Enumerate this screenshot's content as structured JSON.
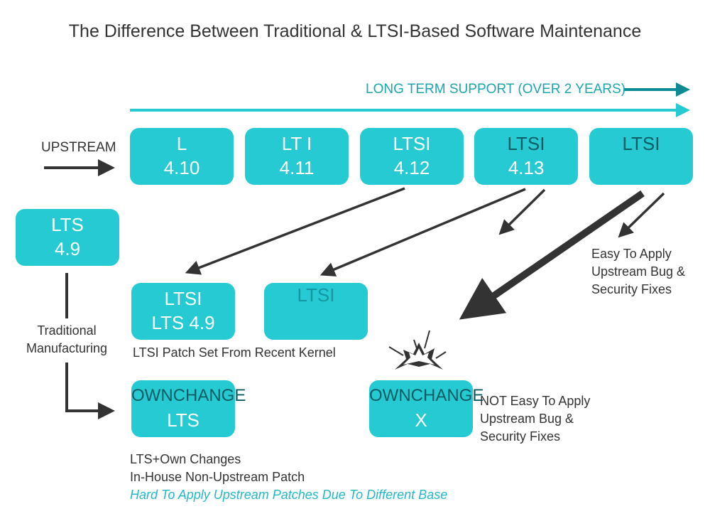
{
  "title": "The Difference Between Traditional & LTSI-Based Software Maintenance",
  "timeline_label": "LONG TERM SUPPORT (OVER 2 YEARS)",
  "upstream_label": "UPSTREAM",
  "upstream_boxes": [
    {
      "line1": "L",
      "line2": "4.10"
    },
    {
      "line1": "LT I",
      "line2": "4.11"
    },
    {
      "line1": "LTSI",
      "line2": "4.12"
    },
    {
      "line1": "LTSI",
      "line2": "4.13"
    },
    {
      "line1": "LTSI",
      "line2": ""
    }
  ],
  "lts_box": {
    "line1": "LTS",
    "line2": "4.9"
  },
  "traditional_label": {
    "line1": "Traditional",
    "line2": "Manufacturing"
  },
  "ltsi_box": {
    "line1": "LTSI",
    "line2": "LTS 4.9"
  },
  "ltsi_box2": {
    "line1": "LTSI"
  },
  "patch_caption": "LTSI Patch Set From Recent Kernel",
  "own_lts_box": {
    "line1": "OWNCHANGE",
    "line2": "LTS"
  },
  "own_x_box": {
    "line1": "OWNCHANGE",
    "line2": "X"
  },
  "easy_note": [
    "Easy To Apply",
    "Upstream Bug &",
    "Security Fixes"
  ],
  "not_easy_note": [
    "NOT Easy To Apply",
    "Upstream Bug &",
    "Security Fixes"
  ],
  "bottom_notes": [
    "LTS+Own Changes",
    "In-House Non-Upstream Patch",
    "Hard To Apply Upstream Patches Due To Different Base"
  ],
  "colors": {
    "box": "#26cad3",
    "accent": "#23b8c8",
    "dark_teal": "#0e8a95",
    "arrow": "#333333"
  }
}
